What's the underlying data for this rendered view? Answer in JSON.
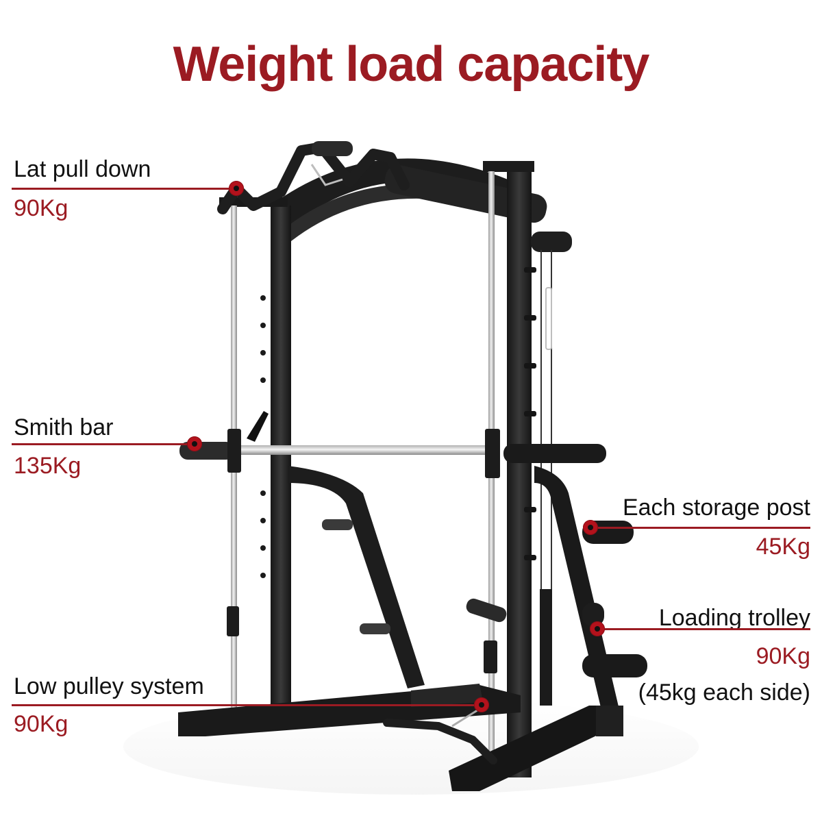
{
  "title": "Weight load capacity",
  "accent_color": "#9b1b22",
  "callouts": {
    "lat_pull_down": {
      "label": "Lat pull down",
      "value": "90Kg"
    },
    "smith_bar": {
      "label": "Smith bar",
      "value": "135Kg"
    },
    "storage_post": {
      "label": "Each storage post",
      "value": "45Kg"
    },
    "loading_trolley": {
      "label": "Loading trolley",
      "value": "90Kg",
      "note": "(45kg each side)"
    },
    "low_pulley": {
      "label": "Low pulley system",
      "value": "90Kg"
    }
  }
}
